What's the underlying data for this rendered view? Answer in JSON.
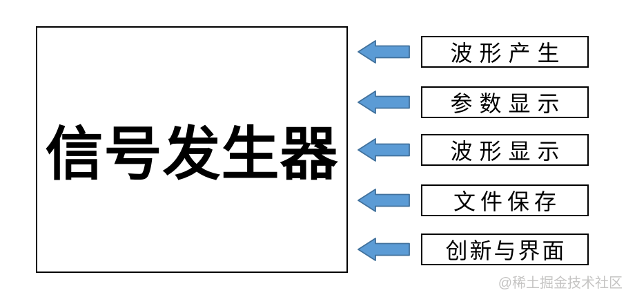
{
  "diagram": {
    "main_box": {
      "label": "信号发生器"
    },
    "rows": [
      {
        "label": "波形产生"
      },
      {
        "label": "参数显示"
      },
      {
        "label": "波形显示"
      },
      {
        "label": "文件保存"
      },
      {
        "label": "创新与界面"
      }
    ],
    "watermark": "@稀土掘金技术社区",
    "colors": {
      "arrow_fill": "#5B9BD5",
      "arrow_stroke": "#41719C",
      "box_border": "#000000",
      "background": "#FFFFFF",
      "watermark_text": "#C5C4C3"
    }
  }
}
